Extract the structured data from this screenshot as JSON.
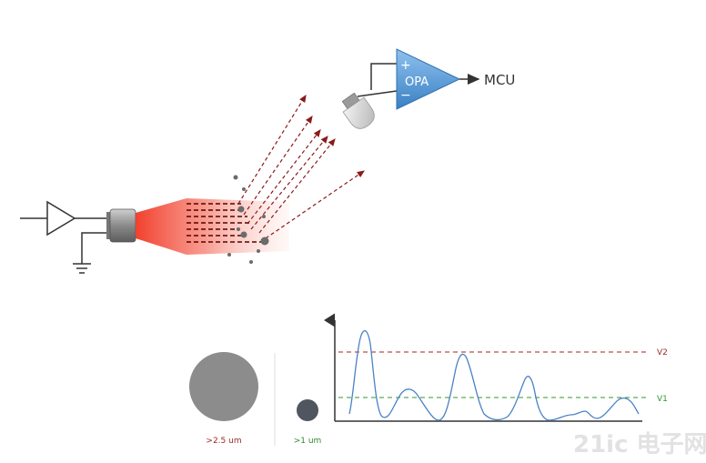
{
  "amplifier": {
    "plus": "+",
    "name": "OPA",
    "minus": "−",
    "output_label": "MCU"
  },
  "particles": {
    "large_label": ">2.5 um",
    "small_label": ">1 um"
  },
  "signal_plot": {
    "threshold_high_label": "V2",
    "threshold_low_label": "V1"
  },
  "watermark": {
    "text": "21ic 电子网"
  },
  "colors": {
    "laser": "#f2402e",
    "opa_blue": "#4a92d2",
    "scatter_arrow": "#8b1a1a",
    "signal": "#4a82c4",
    "v2_line": "#9b2a22",
    "v1_line": "#2e9a2e",
    "large_label": "#9b2a22",
    "small_label": "#2e8a2e",
    "large_particle": "#8c8c8c",
    "small_particle": "#4f565f"
  }
}
